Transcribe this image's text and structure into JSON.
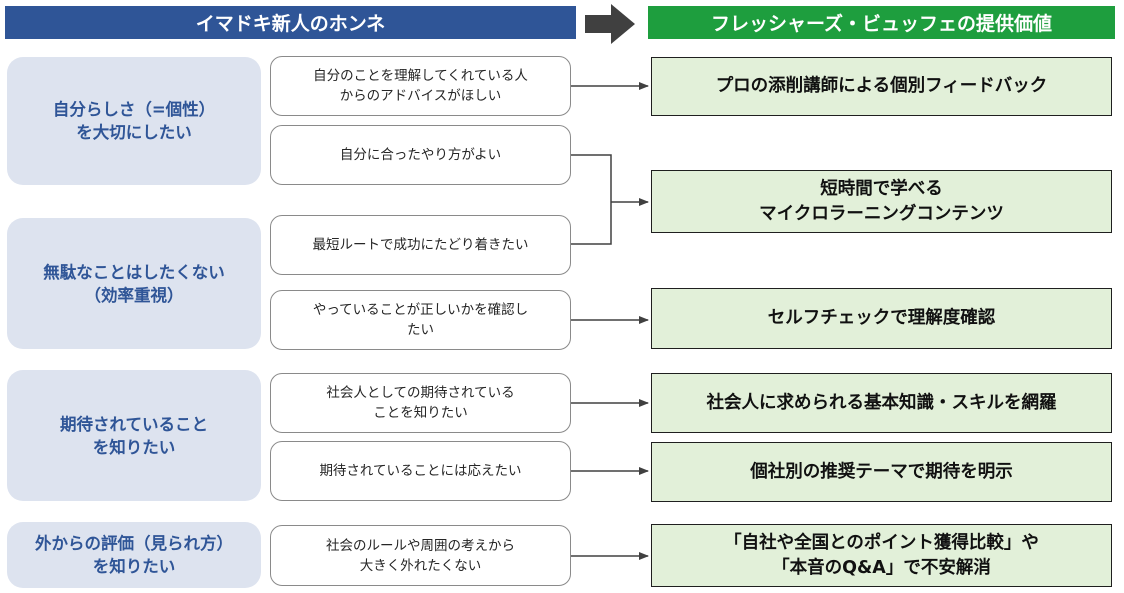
{
  "header": {
    "left_title": "イマドキ新人のホンネ",
    "right_title": "フレッシャーズ・ビュッフェの提供価値"
  },
  "categories": [
    {
      "lines": [
        "自分らしさ（=個性）",
        "を大切にしたい"
      ]
    },
    {
      "lines": [
        "無駄なことはしたくない",
        "（効率重視）"
      ]
    },
    {
      "lines": [
        "期待されていること",
        "を知りたい"
      ]
    },
    {
      "lines": [
        "外からの評価（見られ方）",
        "を知りたい"
      ]
    }
  ],
  "needs": [
    {
      "lines": [
        "自分のことを理解してくれている人",
        "からのアドバイスがほしい"
      ]
    },
    {
      "lines": [
        "自分に合ったやり方がよい"
      ]
    },
    {
      "lines": [
        "最短ルートで成功にたどり着きたい"
      ]
    },
    {
      "lines": [
        "やっていることが正しいかを確認し",
        "たい"
      ]
    },
    {
      "lines": [
        "社会人としての期待されている",
        "ことを知りたい"
      ]
    },
    {
      "lines": [
        "期待されていることには応えたい"
      ]
    },
    {
      "lines": [
        "社会のルールや周囲の考えから",
        "大きく外れたくない"
      ]
    }
  ],
  "values": [
    {
      "lines": [
        "プロの添削講師による個別フィードバック"
      ]
    },
    {
      "lines": [
        "短時間で学べる",
        "マイクロラーニングコンテンツ"
      ]
    },
    {
      "lines": [
        "セルフチェックで理解度確認"
      ]
    },
    {
      "lines": [
        "社会人に求められる基本知識・スキルを網羅"
      ]
    },
    {
      "lines": [
        "個社別の推奨テーマで期待を明示"
      ]
    },
    {
      "lines": [
        "「自社や全国とのポイント獲得比較」や",
        "「本音のQ&A」で不安解消"
      ]
    }
  ],
  "colors": {
    "left_header": "#2f5597",
    "right_header": "#1e9e3e",
    "category_bg": "#dde3ef",
    "category_text": "#2f5597",
    "value_bg": "#e2f0d9",
    "arrow": "#404040"
  },
  "icons": {
    "header_arrow": "right-arrow-icon"
  }
}
